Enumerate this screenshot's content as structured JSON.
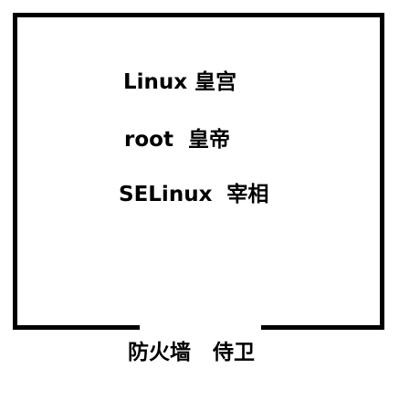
{
  "labels": {
    "palace": "Linux 皇宫",
    "root": "root  皇帝",
    "selinux": "SELinux  宰相",
    "firewall": "防火墙   侍卫"
  }
}
